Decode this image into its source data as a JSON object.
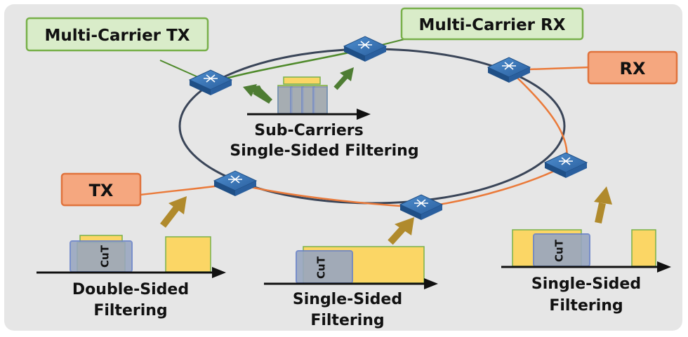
{
  "labels": {
    "multi_carrier_tx": "Multi-Carrier TX",
    "multi_carrier_rx": "Multi-Carrier RX",
    "tx": "TX",
    "rx": "RX",
    "center_line1": "Sub-Carriers",
    "center_line2": "Single-Sided Filtering",
    "left_line1": "Double-Sided",
    "left_line2": "Filtering",
    "mid_line1": "Single-Sided",
    "mid_line2": "Filtering",
    "right_line1": "Single-Sided",
    "right_line2": "Filtering",
    "cut": "CuT"
  },
  "colors": {
    "background": "#e6e6e6",
    "green_box_fill": "#d9ecc9",
    "green_box_stroke": "#78b04a",
    "orange_box_fill": "#f5a77f",
    "orange_box_stroke": "#e0733d",
    "ring": "#3a4558",
    "green_path": "#4f8a2b",
    "orange_path": "#ea7a3a",
    "router": "#2f6fb1",
    "arrow_brown": "#b08a2c",
    "arrow_green": "#4e7d33",
    "yellow": "#fbd665",
    "cut_fill": "#98a6c0",
    "cut_stroke": "#6b84c8"
  },
  "icons": [
    "router-icon",
    "arrow-up-right-icon",
    "arrow-up-left-icon"
  ]
}
